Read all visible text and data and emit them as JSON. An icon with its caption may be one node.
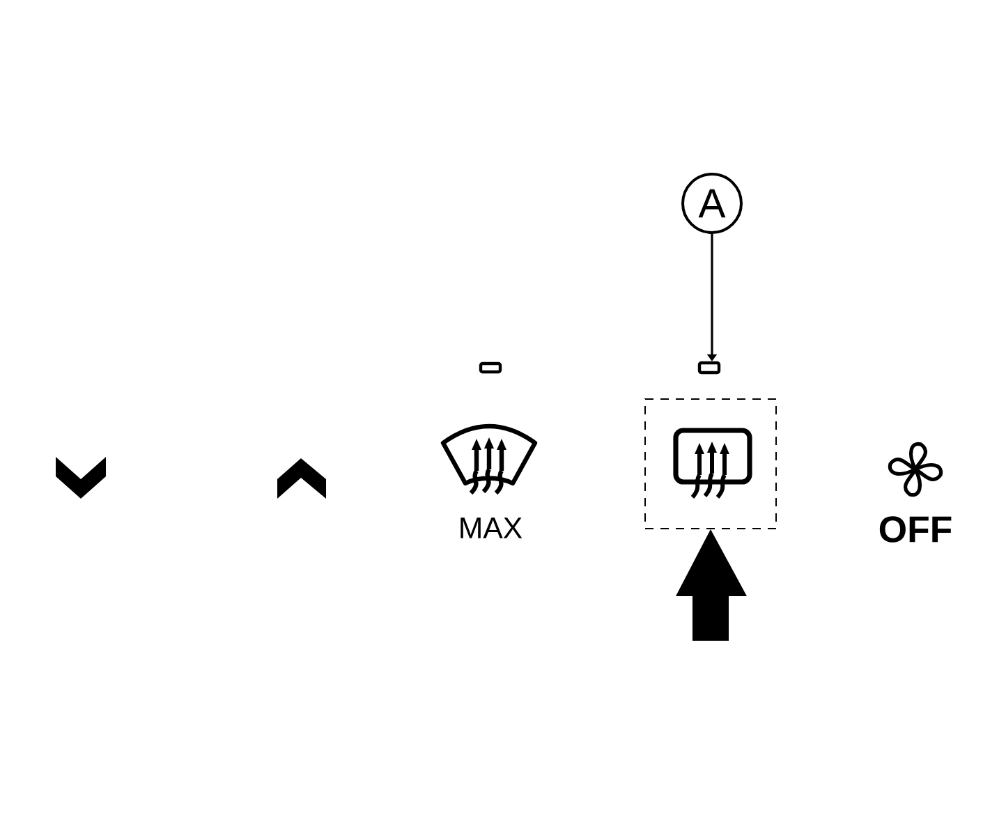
{
  "diagram": {
    "nodes": [
      {
        "text": [
          "A"
        ]
      },
      {
        "text": [],
        "shape": "box"
      },
      {
        "text": [],
        "shape": "box"
      }
    ],
    "edges": [
      {
        "from": 0,
        "to": 1,
        "arrow": "to"
      },
      {
        "from": null,
        "to": 2,
        "arrow": "to"
      }
    ],
    "labels": [
      "MAX",
      "OFF"
    ]
  }
}
